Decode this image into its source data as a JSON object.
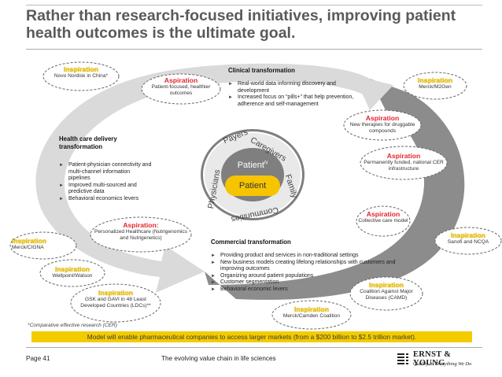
{
  "title": "Rather than research-focused initiatives, improving patient health outcomes is the ultimate goal.",
  "clinical": {
    "heading": "Clinical transformation",
    "bullets": [
      "Real-world data informing discovery and development",
      "Increased focus on “pills+” that help prevention, adherence and self-management"
    ]
  },
  "healthcare": {
    "heading": "Health care delivery transformation",
    "bullets": [
      "Patient-physician connectivity and multi-channel information pipelines",
      "Improved multi-sourced and predictive data",
      "Behavioral economics levers"
    ]
  },
  "commercial": {
    "heading": "Commercial transformation",
    "bullets": [
      "Providing product and services in non-traditional settings",
      "New business models creating lifelong relationships with customers and improving outcomes",
      "Organizing around patient populations",
      "Customer segmentation",
      "Behavioral economic levers"
    ]
  },
  "center": {
    "patient_n": "Patient",
    "patient_n_sup": "N",
    "patient": "Patient",
    "ring": [
      "Payers",
      "Caregivers",
      "Family",
      "Communities",
      "Physicians"
    ]
  },
  "bubbles": {
    "inspiration_label": "Inspiration",
    "aspiration_label": "Aspiration",
    "aspiration_colon_label": "Aspiration:",
    "insp_novo": "Novo Nordisk in China*",
    "asp_patient": "Patient-focused, healthier outcomes",
    "insp_merck_m2gen": "Merck/M2Gen",
    "asp_therapies": "New therapies for druggable compounds",
    "asp_funded": "Permanently funded, national CER infrastructure",
    "asp_collective": "Collective care model",
    "insp_sanofi": "Sanofi and NCQA",
    "insp_merck_cigna": "Merck/CIGNA",
    "asp_personalized": "Personalized Healthcare (Nutrigenomics and Nutrigenetics)",
    "insp_wellpoint": "Wellpoint/Watson",
    "insp_gsk": "GSK and GAVI in 48 Least Developed Countries (LDCs)**",
    "insp_camd": "Coalition Against Major Diseases (CAMD)",
    "insp_camden": "Merck/Camden Coalition"
  },
  "footnote": "*Comparative effective research (CER)",
  "banner": "Model will enable pharmaceutical companies to access larger markets (from a $200 billion to $2.5 trillion market).",
  "footer": {
    "page": "Page 41",
    "subtitle": "The evolving value chain in life sciences",
    "logo_name": "ERNST & YOUNG",
    "logo_tagline": "Quality In Everything We Do"
  },
  "colors": {
    "arrow_light": "#dadada",
    "arrow_dark": "#8c8c8c",
    "center_dark": "#7f7f7f",
    "patient_yellow": "#f6c400",
    "banner_yellow": "#f3cc00",
    "aspiration_red": "#e3262c",
    "inspiration_yellow": "#f1c400"
  }
}
